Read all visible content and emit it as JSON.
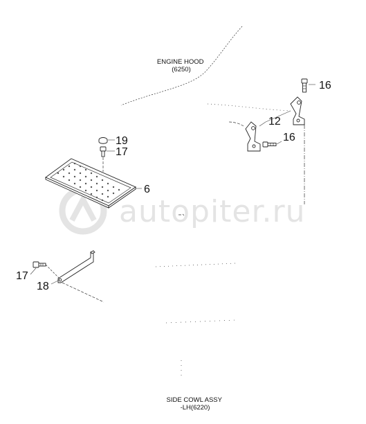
{
  "labels": {
    "engine_hood": [
      "ENGINE HOOD",
      "(6250)"
    ],
    "side_cowl": [
      "SIDE COWL ASSY",
      "-LH(6220)"
    ]
  },
  "callouts": {
    "c16a": "16",
    "c12": "12",
    "c16b": "16",
    "c19": "19",
    "c17a": "17",
    "c6": "6",
    "c17b": "17",
    "c18": "18"
  },
  "watermark": {
    "text": "autopiter.ru",
    "color": "#e4e4e4"
  }
}
